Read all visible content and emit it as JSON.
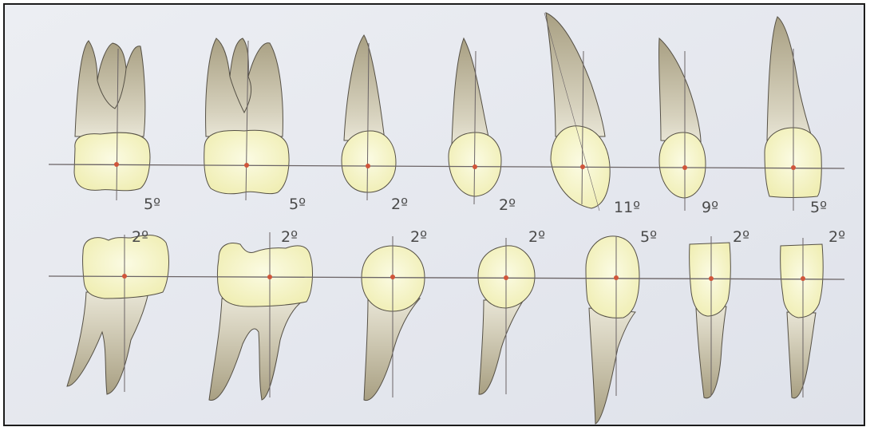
{
  "colors": {
    "background": "#e6e8ee",
    "root_fill": "#b5ad92",
    "crown_fill": "#f4f2bf",
    "outline": "#555045",
    "reference_line": "#6b6466",
    "center_dot": "#d0553a"
  },
  "upper_row": {
    "teeth": [
      {
        "name": "upper-third-molar",
        "angle_label": "5º"
      },
      {
        "name": "upper-first-molar",
        "angle_label": "5º"
      },
      {
        "name": "upper-second-premolar",
        "angle_label": "2º"
      },
      {
        "name": "upper-first-premolar",
        "angle_label": "2º"
      },
      {
        "name": "upper-canine",
        "angle_label": "11º"
      },
      {
        "name": "upper-lateral-incisor",
        "angle_label": "9º"
      },
      {
        "name": "upper-central-incisor",
        "angle_label": "5º"
      }
    ]
  },
  "lower_row": {
    "teeth": [
      {
        "name": "lower-second-molar",
        "angle_label": "2º"
      },
      {
        "name": "lower-first-molar",
        "angle_label": "2º"
      },
      {
        "name": "lower-second-premolar",
        "angle_label": "2º"
      },
      {
        "name": "lower-first-premolar",
        "angle_label": "2º"
      },
      {
        "name": "lower-canine",
        "angle_label": "5º"
      },
      {
        "name": "lower-lateral-incisor",
        "angle_label": "2º"
      },
      {
        "name": "lower-central-incisor",
        "angle_label": "2º"
      }
    ]
  }
}
